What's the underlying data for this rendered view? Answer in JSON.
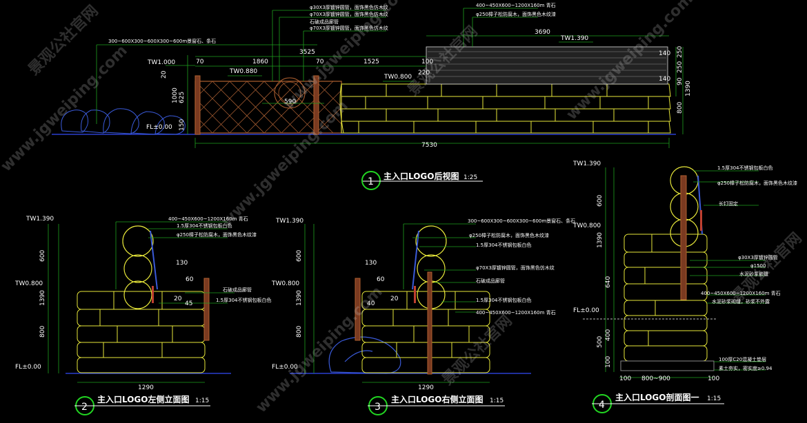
{
  "view1": {
    "number": "1",
    "title": "主入口LOGO后视图",
    "scale": "1:25",
    "dims": {
      "d3690": "3690",
      "d3525": "3525",
      "d1860": "1860",
      "d70a": "70",
      "d70b": "70",
      "d1525": "1525",
      "d100": "100",
      "d220": "220",
      "d590": "590",
      "d7530": "7530",
      "d20": "20",
      "d1000": "1000",
      "d625": "625",
      "d150": "150",
      "d250a": "250",
      "d250b": "250",
      "d90": "90",
      "d1390": "1390",
      "d800": "800",
      "d140a": "140",
      "d140b": "140"
    },
    "levels": {
      "tw1000": "TW1.000",
      "tw0880": "TW0.880",
      "tw0800": "TW0.800",
      "fl": "FL±0.00",
      "tw1390": "TW1.390"
    },
    "notes": {
      "n1": "300~600X300~600X300~600m景窗石、条石",
      "n2": "φ30X3厚镀锌圆管，面饰黑色仿木纹",
      "n3": "φ70X3厚镀锌圆管，面饰黑色仿木纹",
      "n4": "石破成品廊管",
      "n5": "φ70X3厚镀锌圆管，面饰黑色仿木纹",
      "n6": "400~450X600~1200X160m 青石",
      "n7": "φ250樟子松防腐木，面饰黑色木纹漆"
    }
  },
  "view2": {
    "number": "2",
    "title": "主入口LOGO左侧立面图",
    "scale": "1:15",
    "dims": {
      "d600": "600",
      "d1390": "1390",
      "d800": "800",
      "d1290": "1290",
      "d130": "130",
      "d60": "60",
      "d20": "20",
      "d45": "45"
    },
    "levels": {
      "tw1390": "TW1.390",
      "tw0800": "TW0.800",
      "fl": "FL±0.00"
    },
    "notes": {
      "n1": "400~450X600~1200X160m 青石",
      "n2": "1.5厚304不锈钢包板白色",
      "n3": "φ250樟子松防腐木，面饰黑色木纹漆",
      "n4": "石破成品廊管",
      "n5": "1.5厚304不锈钢包板白色"
    }
  },
  "view3": {
    "number": "3",
    "title": "主入口LOGO右侧立面图",
    "scale": "1:15",
    "dims": {
      "d600": "600",
      "d1390": "1390",
      "d800": "800",
      "d1290": "1290",
      "d130": "130",
      "d60": "60",
      "d40": "40",
      "d20": "20"
    },
    "levels": {
      "tw1390": "TW1.390",
      "tw0800": "TW0.800",
      "fl": "FL±0.00"
    },
    "notes": {
      "n1": "300~600X300~600X300~600m景窗石、条石",
      "n2": "φ250樟子松防腐木，面饰黑色木纹漆",
      "n3": "1.5厚304不锈钢包板白色",
      "n4": "φ70X3厚镀锌圆管，面饰黑色仿木纹",
      "n5": "石破成品廊管",
      "n6": "1.5厚304不锈钢包板白色",
      "n7": "400~450X600~1200X160m 青石"
    }
  },
  "view4": {
    "number": "4",
    "title": "主入口LOGO剖面图一",
    "scale": "1:15",
    "dims": {
      "d600": "600",
      "d1390": "1390",
      "d640": "640",
      "d500": "500",
      "d400": "400",
      "d100": "100",
      "d100b": "100",
      "d100c": "100",
      "d800900": "800~900"
    },
    "levels": {
      "tw1390": "TW1.390",
      "tw0800": "TW0.800",
      "fl": "FL±0.00"
    },
    "notes": {
      "n1": "1.5厚304不锈钢包板白色",
      "n2": "φ250樟子松防腐木，面饰黑色木纹漆",
      "n3": "长钉固定",
      "n4": "φ30X3厚镀锌圆管",
      "n5": "φ1500",
      "n6": "水泥砂浆嵌缝",
      "n7": "400~450X600~1200X160m 青石",
      "n8": "水泥砂浆砌缝，砂浆不外露",
      "n9": "100厚C20混凝土垫层",
      "n10": "素土夯实，密实度≥0.94"
    }
  },
  "watermark": {
    "url": "www.jgweiping.com",
    "cn": "景观公社官网"
  },
  "colors": {
    "background": "#000000",
    "stone": "#e8e83a",
    "dim": "#1ea01e",
    "leader": "#ffffff",
    "wood": "#b06030",
    "rock": "#3a5ad8",
    "circle": "#22d622"
  }
}
